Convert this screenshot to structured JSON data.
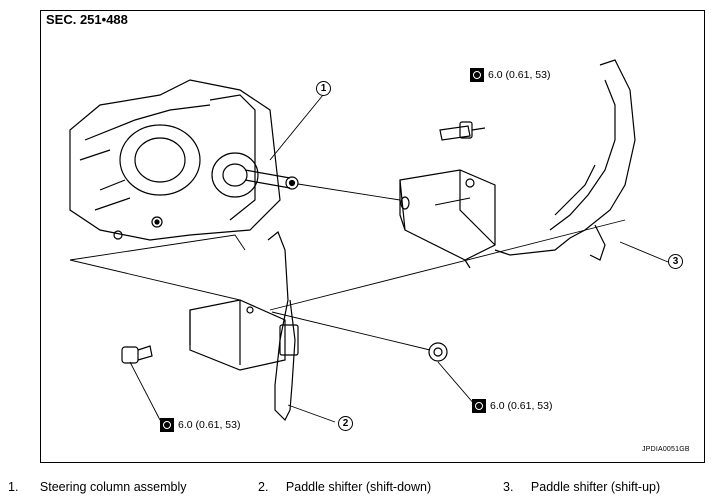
{
  "diagram": {
    "section_ref": "SEC. 251•488",
    "image_code": "JPDIA0051GB",
    "torque_spec": "6.0 (0.61, 53)",
    "callouts": [
      "1",
      "2",
      "3"
    ]
  },
  "legend": [
    {
      "num": "1.",
      "label": "Steering column assembly"
    },
    {
      "num": "2.",
      "label": "Paddle shifter (shift-down)"
    },
    {
      "num": "3.",
      "label": "Paddle shifter (shift-up)"
    }
  ]
}
